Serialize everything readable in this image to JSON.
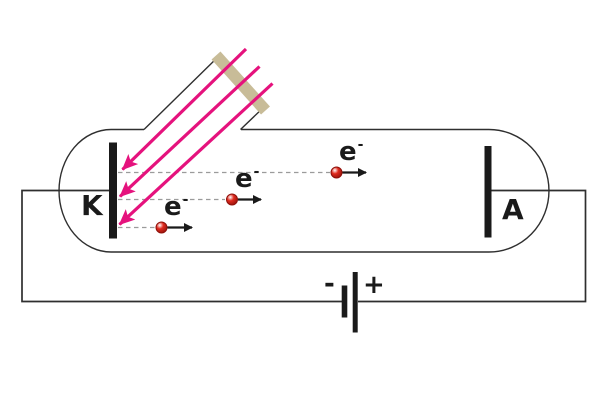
{
  "diagram": {
    "kind": "photoelectric-effect-experiment",
    "tube": {
      "cathode_label": "K",
      "anode_label": "A"
    },
    "battery": {
      "negative_label": "-",
      "positive_label": "+"
    },
    "electron_label": {
      "base": "e",
      "sup": "-"
    },
    "light_ray_count": 3,
    "emitted_electron_count": 3
  },
  "colors": {
    "background": "#ffffff",
    "ray": "#e5127d",
    "window": "#c8bc98",
    "electron": "#e02a1e",
    "electron_dark": "#8f110b",
    "electrode": "#1a1a1a",
    "wire": "#2f2f2f",
    "dashed": "#9b9b9b"
  }
}
